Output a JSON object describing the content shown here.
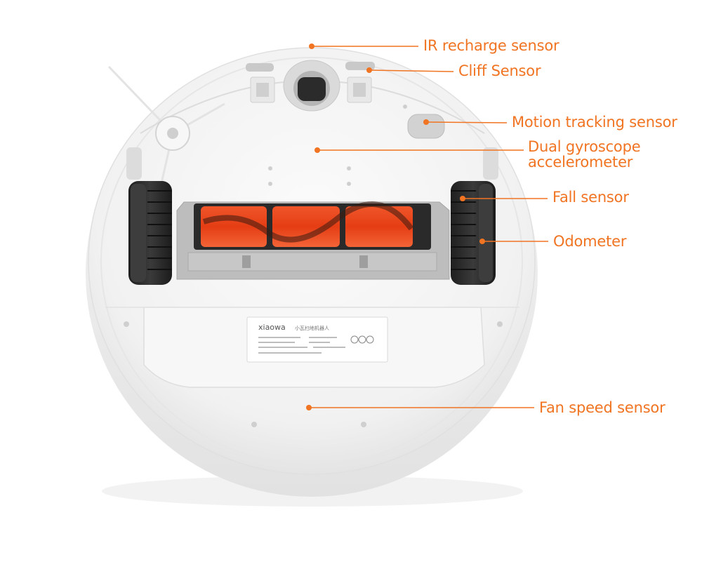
{
  "callouts": {
    "ir_recharge": "IR recharge sensor",
    "cliff": "Cliff Sensor",
    "motion_tracking": "Motion tracking sensor",
    "gyro_line1": "Dual gyroscope",
    "gyro_line2": "accelerometer",
    "fall": "Fall sensor",
    "odometer": "Odometer",
    "fan_speed": "Fan speed sensor"
  },
  "product_label": {
    "brand": "xiaowa",
    "product_name": "小瓦扫地机器人"
  },
  "colors": {
    "accent": "#f07422",
    "robot_body": "#f4f4f4",
    "brush_orange": "#ee4a1c",
    "wheel_dark": "#2b2b2b"
  },
  "icons": [
    "side-brush-icon",
    "main-brush-icon",
    "wheel-icon",
    "caster-wheel-icon"
  ]
}
